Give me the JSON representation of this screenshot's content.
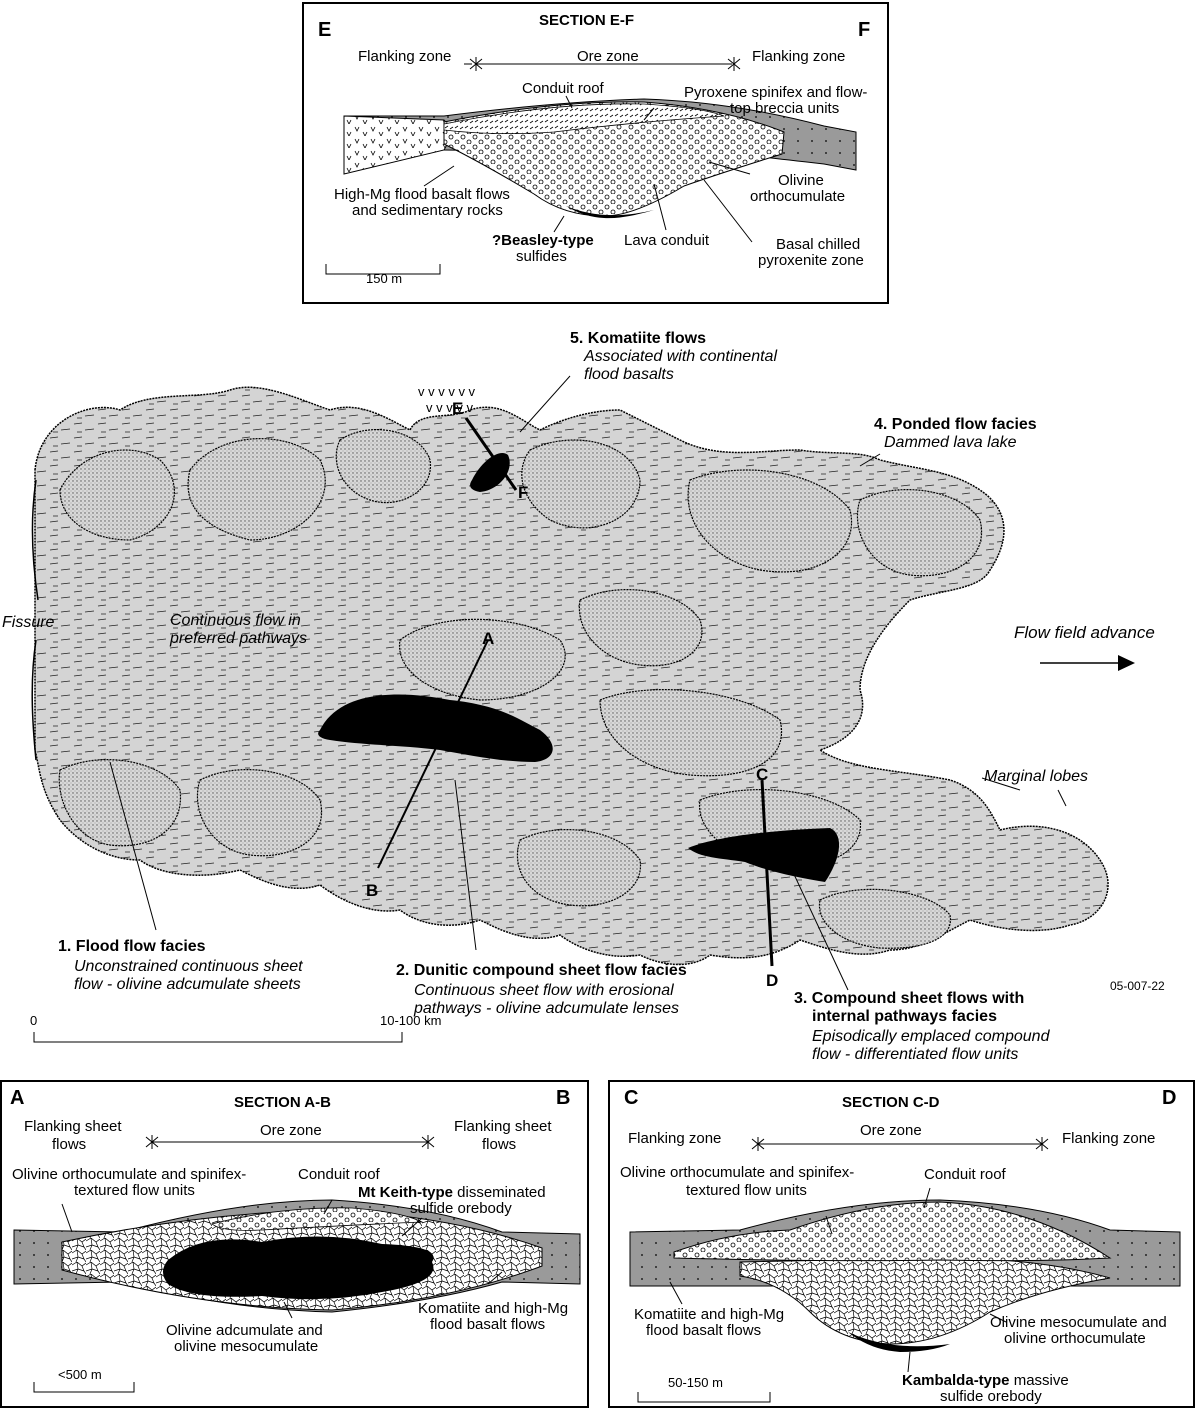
{
  "section_ef": {
    "title": "SECTION  E-F",
    "left_letter": "E",
    "right_letter": "F",
    "left_zone": "Flanking zone",
    "center_zone": "Ore zone",
    "right_zone": "Flanking zone",
    "conduit_roof": "Conduit roof",
    "pyroxene_line1": "Pyroxene spinifex and flow-",
    "pyroxene_line2": "top breccia units",
    "olivine_line1": "Olivine",
    "olivine_line2": "orthocumulate",
    "highmg_line1": "High-Mg flood basalt flows",
    "highmg_line2": "and sedimentary rocks",
    "beasley_bold": "?Beasley-type",
    "beasley_rest": "sulfides",
    "lava_conduit": "Lava conduit",
    "basal_line1": "Basal chilled",
    "basal_line2": "pyroxenite zone",
    "scale": "150 m"
  },
  "map": {
    "komatiite_title": "5. Komatiite flows",
    "komatiite_sub1": "Associated with continental",
    "komatiite_sub2": "flood basalts",
    "ponded_title": "4. Ponded flow facies",
    "ponded_sub": "Dammed lava lake",
    "fissure": "Fissure",
    "continuous_line1": "Continuous flow in",
    "continuous_line2": "preferred pathways",
    "flow_advance": "Flow field advance",
    "marginal_lobes": "Marginal lobes",
    "label_a": "A",
    "label_b": "B",
    "label_c": "C",
    "label_d": "D",
    "label_e": "E",
    "label_f": "F",
    "facies1_title": "1. Flood flow facies",
    "facies1_sub1": "Unconstrained continuous sheet",
    "facies1_sub2": "flow - olivine adcumulate sheets",
    "facies2_title": "2. Dunitic compound sheet flow facies",
    "facies2_sub1": "Continuous sheet flow with erosional",
    "facies2_sub2": "pathways - olivine adcumulate lenses",
    "facies3_title1": "3. Compound sheet flows with",
    "facies3_title2": "internal pathways facies",
    "facies3_sub1": "Episodically emplaced compound",
    "facies3_sub2": "flow - differentiated flow units",
    "figure_id": "05-007-22",
    "scale_start": "0",
    "scale_end": "10-100 km"
  },
  "section_ab": {
    "title": "SECTION  A-B",
    "left_letter": "A",
    "right_letter": "B",
    "left_zone_line1": "Flanking sheet",
    "left_zone_line2": "flows",
    "center_zone": "Ore zone",
    "right_zone_line1": "Flanking sheet",
    "right_zone_line2": "flows",
    "olivine_line1": "Olivine orthocumulate and spinifex-",
    "olivine_line2": "textured flow units",
    "conduit_roof": "Conduit roof",
    "mtkeith_bold": "Mt Keith-type",
    "mtkeith_rest": " disseminated",
    "mtkeith_line2": "sulfide orebody",
    "komatiite_line1": "Komatiite and high-Mg",
    "komatiite_line2": "flood basalt flows",
    "adcumulate_line1": "Olivine adcumulate and",
    "adcumulate_line2": "olivine mesocumulate",
    "scale": "<500 m"
  },
  "section_cd": {
    "title": "SECTION  C-D",
    "left_letter": "C",
    "right_letter": "D",
    "left_zone": "Flanking zone",
    "center_zone": "Ore zone",
    "right_zone": "Flanking zone",
    "olivine_line1": "Olivine orthocumulate and spinifex-",
    "olivine_line2": "textured flow units",
    "conduit_roof": "Conduit roof",
    "komatiite_line1": "Komatiite and high-Mg",
    "komatiite_line2": "flood basalt flows",
    "meso_line1": "Olivine mesocumulate and",
    "meso_line2": "olivine orthocumulate",
    "kambalda_bold": "Kambalda-type",
    "kambalda_rest": " massive",
    "kambalda_line2": "sulfide orebody",
    "scale": "50-150 m"
  }
}
